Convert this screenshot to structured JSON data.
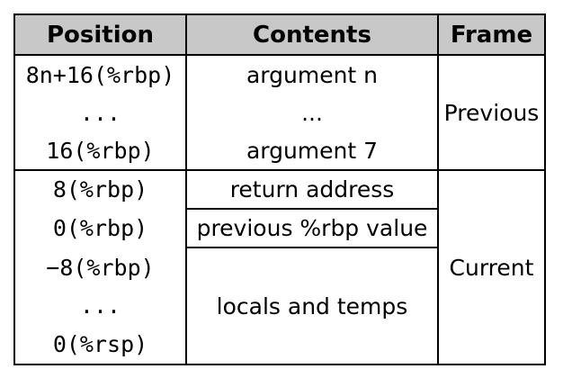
{
  "headers": {
    "position": "Position",
    "contents": "Contents",
    "frame": "Frame"
  },
  "previous_frame": {
    "label": "Previous",
    "rows": [
      {
        "position": "8n+16(%rbp)",
        "contents": "argument n"
      },
      {
        "position": "...",
        "contents": "..."
      },
      {
        "position": "16(%rbp)",
        "contents": "argument 7"
      }
    ]
  },
  "current_frame": {
    "label": "Current",
    "rows": [
      {
        "position": "8(%rbp)",
        "contents": "return address"
      },
      {
        "position": "0(%rbp)",
        "contents": "previous %rbp value"
      },
      {
        "position": "−8(%rbp)"
      },
      {
        "position": "..."
      },
      {
        "position": "0(%rsp)"
      }
    ],
    "locals_label": "locals and temps"
  },
  "colors": {
    "header_background": "#c8c8c8",
    "border": "#000000"
  }
}
